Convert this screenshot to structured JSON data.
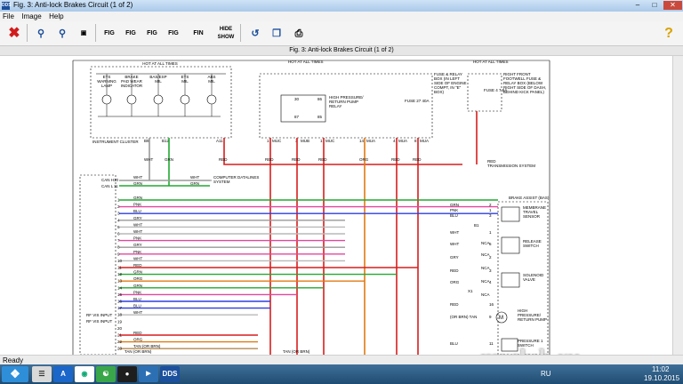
{
  "window": {
    "title": "Fig. 3: Anti-lock Brakes Circuit (1 of 2)",
    "app_icon_text": "DDS"
  },
  "menu": [
    {
      "label": "File"
    },
    {
      "label": "Image"
    },
    {
      "label": "Help"
    }
  ],
  "toolbar": {
    "hide_label": "HIDE",
    "show_label": "SHOW",
    "fig_label": "FIG",
    "fin_label": "FIN"
  },
  "subtitle": "Fig. 3: Anti-lock Brakes Circuit (1 of 2)",
  "status": {
    "text": "Ready"
  },
  "taskbar": {
    "app_label": "DDS",
    "lang": "RU",
    "time": "11:02",
    "date": "19.10.2015"
  },
  "watermark": "mrclub.ru",
  "diagram": {
    "hot_at_all_times": "HOT AT ALL TIMES",
    "lamps": [
      {
        "label1": "ETS",
        "label2": "WARNING",
        "label3": "LAMP"
      },
      {
        "label1": "BRAKE",
        "label2": "PAD WEAR",
        "label3": "INDICATOR"
      },
      {
        "label1": "BAS/ESP",
        "label2": "MIL",
        "label3": ""
      },
      {
        "label1": "ETS",
        "label2": "MIL",
        "label3": ""
      },
      {
        "label1": "ABS",
        "label2": "MIL",
        "label3": ""
      }
    ],
    "cluster_label": "INSTRUMENT CLUSTER",
    "cluster_pins": [
      "B9",
      "B12",
      "A11"
    ],
    "relay": {
      "pins": [
        "30",
        "86",
        "87",
        "85"
      ],
      "label": "HIGH PRESSURE/ RETURN PUMP RELAY"
    },
    "fuse": {
      "label": "FUSE 27 40A"
    },
    "fuse_relay_box": "FUSE & RELAY BOX (IN LEFT SIDE OF ENGINE COMPT, IN \"E\" BOX)",
    "fuse_right": {
      "label": "FUSE 4 7.5A"
    },
    "right_box_label": "RIGHT FRONT FOOTWELL FUSE & RELAY BOX (BELOW RIGHT SIDE OF DASH, BEHIND KICK PANEL)",
    "connector_pins": [
      "1",
      "3",
      "1",
      "14",
      "4",
      "8"
    ],
    "connector_labels": [
      "MUC",
      "MUB",
      "MUC",
      "MUA",
      "MUA",
      "MUA"
    ],
    "wire_colors": {
      "wht": "WHT",
      "grn": "GRN",
      "red": "RED",
      "org": "ORG"
    },
    "transmission": "TRANSMISSION SYSTEM",
    "can": {
      "h_label": "CAN H",
      "l_label": "CAN L",
      "pins": [
        "10",
        "11"
      ],
      "system": "COMPUTER DATALINES SYSTEM"
    },
    "brake_assist": "BRAKE ASSIST (BAS)",
    "membrane": "MEMBRANE TRAVEL SENSOR",
    "release": "RELEASE SWITCH",
    "solenoid": "SOLENOID VALVE",
    "pump_motor": "HIGH PRESSURE/ RETURN PUMP",
    "pressure_switch": "PRESSURE 1 SWITCH",
    "nca": "NCA",
    "rfvis_label_1": "RF VIS INPUT",
    "rfvis_label_2": "RF VIS INPUT",
    "left_wires": [
      {
        "pin": "1",
        "color": "GRN"
      },
      {
        "pin": "2",
        "color": "PNK"
      },
      {
        "pin": "3",
        "color": "BLU"
      },
      {
        "pin": "4",
        "color": "GRY"
      },
      {
        "pin": "5",
        "color": "WHT"
      },
      {
        "pin": "6",
        "color": "WHT"
      },
      {
        "pin": "7",
        "color": "PNK"
      },
      {
        "pin": "8",
        "color": "GRY"
      },
      {
        "pin": "9",
        "color": "PNK"
      },
      {
        "pin": "10",
        "color": "WHT"
      },
      {
        "pin": "11",
        "color": "RED"
      },
      {
        "pin": "12",
        "color": "GRN"
      },
      {
        "pin": "13",
        "color": "ORG"
      },
      {
        "pin": "14",
        "color": "GRN"
      },
      {
        "pin": "15",
        "color": "PNK"
      },
      {
        "pin": "16",
        "color": "BLU"
      },
      {
        "pin": "17",
        "color": "BLU"
      },
      {
        "pin": "18",
        "color": "WHT"
      },
      {
        "pin": "19",
        "color": ""
      },
      {
        "pin": "20",
        "color": ""
      },
      {
        "pin": "21",
        "color": "RED"
      },
      {
        "pin": "22",
        "color": "ORG"
      },
      {
        "pin": "23",
        "color": "TAN (OR BRN)"
      }
    ],
    "right_wires": [
      {
        "color": "GRN",
        "pin": "2"
      },
      {
        "color": "PNK",
        "pin": "1"
      },
      {
        "color": "BLU",
        "pin": "3"
      },
      {
        "color": "WHT",
        "pin": "1"
      },
      {
        "color": "WHT",
        "pin": "5"
      },
      {
        "color": "GRY",
        "pin": "2"
      },
      {
        "color": "RED",
        "pin": "3"
      },
      {
        "color": "ORG",
        "pin": "4"
      },
      {
        "color": "RED",
        "pin": "16"
      },
      {
        "color": "(OR BRN) TAN",
        "pin": "9"
      },
      {
        "color": "BLU",
        "pin": "11"
      }
    ],
    "right_pins_extra": [
      "B1",
      "X1"
    ],
    "tan_bottom": "TAN (OR BRN)"
  }
}
